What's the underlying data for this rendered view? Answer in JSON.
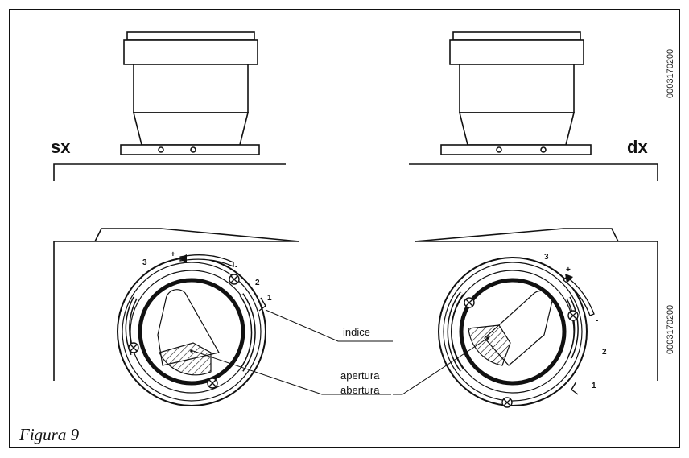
{
  "caption": "Figura 9",
  "labels": {
    "left_side": "sx",
    "right_side": "dx",
    "index": "indice",
    "opening_it": "apertura",
    "opening_es": "abertura",
    "plus": "+",
    "minus": "-"
  },
  "scale_marks": [
    "1",
    "2",
    "3"
  ],
  "drawing_codes": [
    "0003170200",
    "0003170200"
  ]
}
